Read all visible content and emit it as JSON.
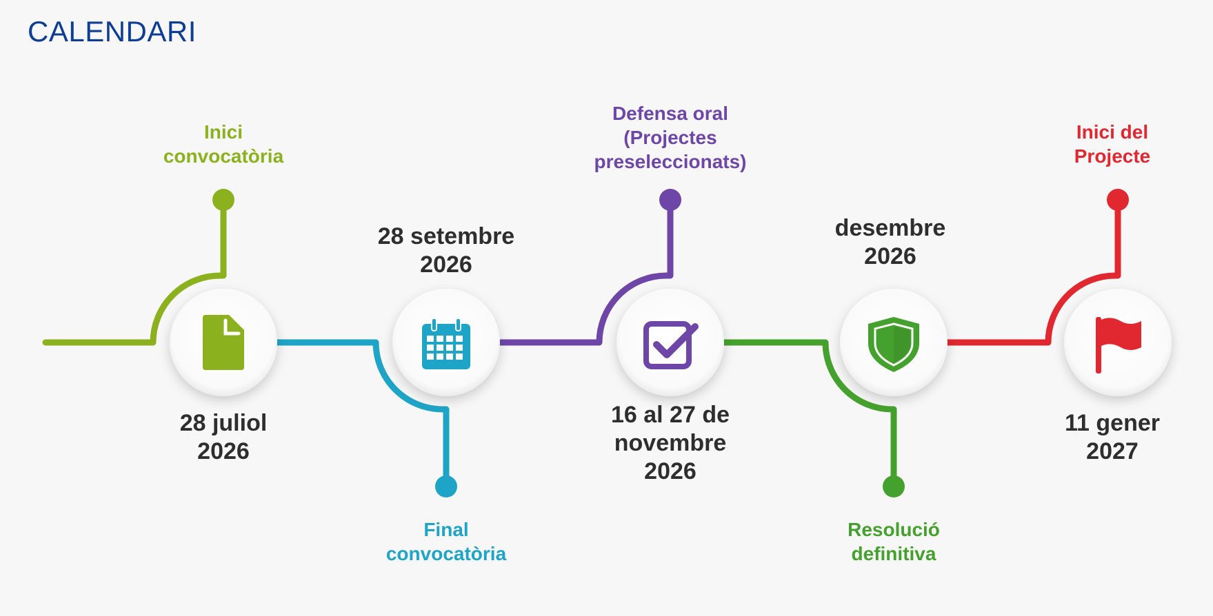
{
  "title": "CALENDARI",
  "colors": {
    "green": "#8cb11f",
    "blue": "#1ea4c6",
    "purple": "#6d46a8",
    "dgreen": "#45a12d",
    "red": "#e12831",
    "date_text": "#2e2e2e",
    "title": "#0d3d94"
  },
  "milestones": [
    {
      "icon": "document-icon",
      "color": "green",
      "event": [
        "Inici",
        "convocatòria"
      ],
      "date": [
        "28 juliol",
        "2026"
      ]
    },
    {
      "icon": "calendar-icon",
      "color": "blue",
      "event": [
        "Final",
        "convocatòria"
      ],
      "date": [
        "28 setembre",
        "2026"
      ]
    },
    {
      "icon": "checkbox-icon",
      "color": "purple",
      "event": [
        "Defensa oral",
        "(Projectes",
        "preseleccionats)"
      ],
      "date": [
        "16 al 27 de",
        "novembre",
        "2026"
      ]
    },
    {
      "icon": "shield-icon",
      "color": "dgreen",
      "event": [
        "Resolució",
        "definitiva"
      ],
      "date": [
        "desembre",
        "2026"
      ]
    },
    {
      "icon": "flag-icon",
      "color": "red",
      "event": [
        "Inici del",
        "Projecte"
      ],
      "date": [
        "11 gener",
        "2027"
      ]
    }
  ]
}
